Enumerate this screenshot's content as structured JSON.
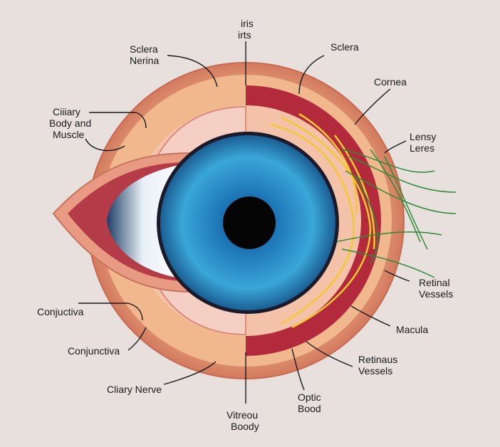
{
  "labels": {
    "iris_top": "iris",
    "iris_top2": "irts",
    "sclera_left": "Sclera",
    "nerina": "Nerina",
    "sclera_right": "Sclera",
    "cornea": "Cornea",
    "ciliary1": "Ciiiary",
    "ciliary2": "Body and",
    "ciliary3": "Muscle",
    "lensy": "Lensy",
    "leres": "Leres",
    "retinal1": "Retinal",
    "retinal2": "Vessels",
    "conjuctiva": "Conjuctiva",
    "macula": "Macula",
    "conjunctiva": "Conjunctiva",
    "retinaus1": "Retinaus",
    "retinaus2": "Vessels",
    "ciliary_nerve": "Cliary Nerve",
    "optic1": "Optic",
    "optic2": "Bood",
    "vitreou1": "Vitreou",
    "vitreou2": "Boody"
  },
  "colors": {
    "background": "#e8e0dc",
    "outer_ring": "#e39478",
    "sclera_band": "#f2b48c",
    "choroid": "#b8283a",
    "iris": "#2a8fc6",
    "pupil": "#0a0a0a",
    "nerve": "#f0c830",
    "vessels": "#2f8a3a"
  }
}
